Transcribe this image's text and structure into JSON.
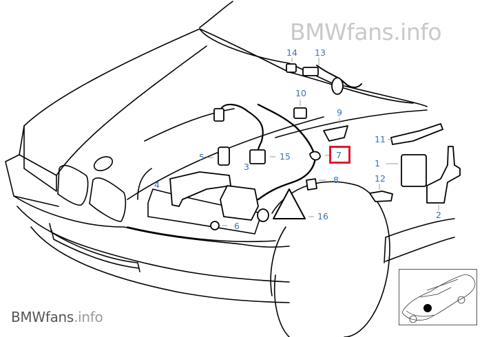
{
  "watermark": {
    "top": "BMWfans.info",
    "bottom_brand": "BMWfans",
    "bottom_ext": ".info"
  },
  "highlighted_part": "7",
  "colors": {
    "label": "#3a6fb5",
    "highlight": "#e0192a",
    "line": "#000000"
  },
  "callouts": [
    {
      "number": "1"
    },
    {
      "number": "2"
    },
    {
      "number": "3"
    },
    {
      "number": "4"
    },
    {
      "number": "5"
    },
    {
      "number": "6"
    },
    {
      "number": "7"
    },
    {
      "number": "8"
    },
    {
      "number": "9"
    },
    {
      "number": "10"
    },
    {
      "number": "11"
    },
    {
      "number": "12"
    },
    {
      "number": "13"
    },
    {
      "number": "14"
    },
    {
      "number": "15"
    },
    {
      "number": "16"
    }
  ],
  "inset": {
    "description": "car overview with highlighted front-left location"
  }
}
